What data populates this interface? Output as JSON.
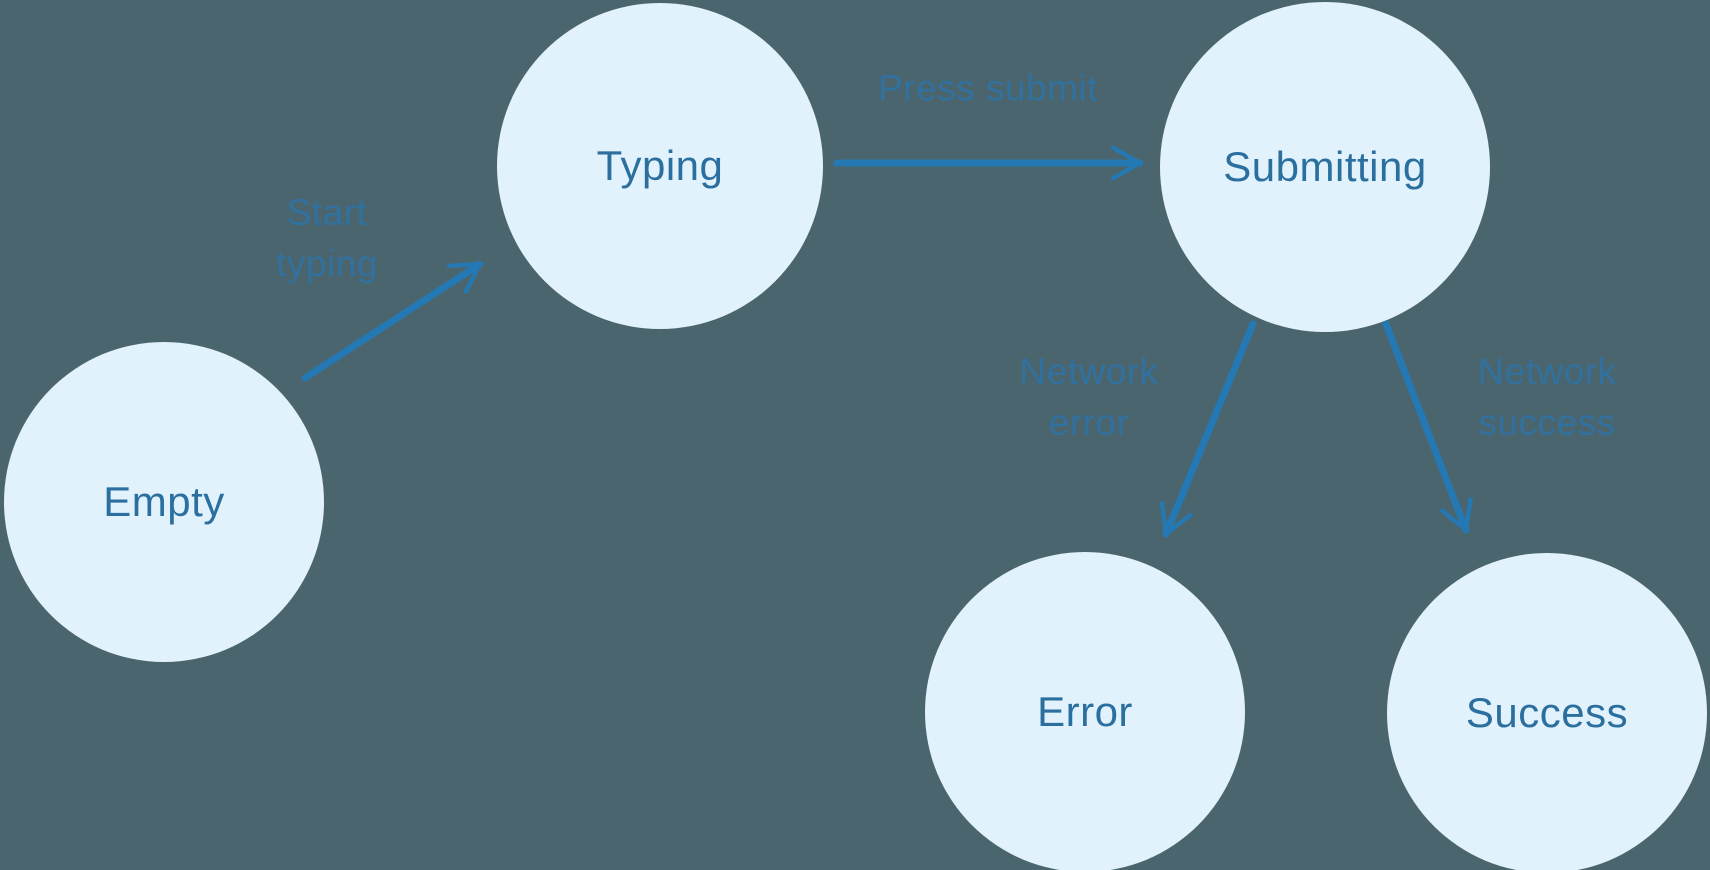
{
  "diagram": {
    "type": "state-machine",
    "colors": {
      "background": "#4b656e",
      "node_fill": "#e2f2fd",
      "node_text": "#2b6f9f",
      "edge_stroke": "#2479b4",
      "edge_label_text": "#31719f"
    },
    "nodes": [
      {
        "id": "empty",
        "label": "Empty"
      },
      {
        "id": "typing",
        "label": "Typing"
      },
      {
        "id": "submitting",
        "label": "Submitting"
      },
      {
        "id": "error",
        "label": "Error"
      },
      {
        "id": "success",
        "label": "Success"
      }
    ],
    "edges": [
      {
        "from": "empty",
        "to": "typing",
        "label": "Start typing"
      },
      {
        "from": "typing",
        "to": "submitting",
        "label": "Press submit"
      },
      {
        "from": "submitting",
        "to": "error",
        "label": "Network error"
      },
      {
        "from": "submitting",
        "to": "success",
        "label": "Network success"
      }
    ]
  }
}
